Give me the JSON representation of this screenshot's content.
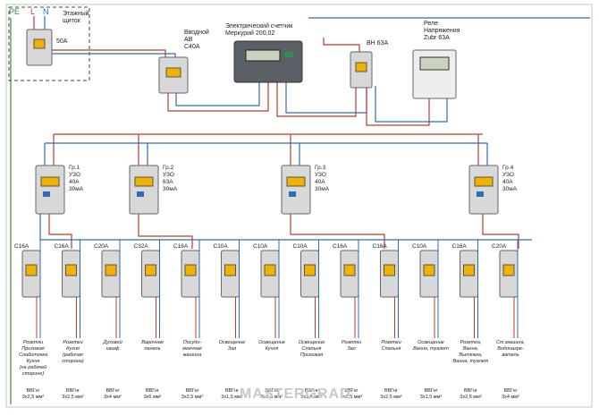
{
  "panel": {
    "pe": "PE",
    "l": "L",
    "n": "N",
    "title": "Этажный\nщиток",
    "breaker": "50A"
  },
  "input_breaker": {
    "label": "Вводной\nАВ\nС40А"
  },
  "meter": {
    "label": "Электрический счетчик\nМеркурий 200.02"
  },
  "switch": {
    "label": "ВН 63А"
  },
  "relay": {
    "label": "Реле\nНапряжения\nZubr 63A"
  },
  "rcds": [
    {
      "label": "Гр.1\nУЗО\n40А\n30мА"
    },
    {
      "label": "Гр.2\nУЗО\n63А\n30мА"
    },
    {
      "label": "Гр.3\nУЗО\n40А\n30мА"
    },
    {
      "label": "Гр.4\nУЗО\n40А\n30мА"
    }
  ],
  "breakers": [
    {
      "rating": "С16А",
      "purpose": "Розетки\nПрихожая\nСлаботочка\nКухня\n(на рабочей\nстороне)",
      "cable": "ВВГнг\n3х2,5 мм²"
    },
    {
      "rating": "С16А",
      "purpose": "Розетки\nКухня\n(рабочая\nсторона)",
      "cable": "ВВГнг\n3х2,5 мм²"
    },
    {
      "rating": "С20А",
      "purpose": "Духовой\nшкаф",
      "cable": "ВВГнг\n3х4 мм²"
    },
    {
      "rating": "С32А",
      "purpose": "Варочная\nпанель",
      "cable": "ВВГнг\n3х6 мм²"
    },
    {
      "rating": "С16А",
      "purpose": "Посудо-\nмоечная\nмашина",
      "cable": "ВВГнг\n3х2,5 мм²"
    },
    {
      "rating": "С10А",
      "purpose": "Освещение\nЗал",
      "cable": "ВВГнг\n3х1,5 мм²"
    },
    {
      "rating": "С10А",
      "purpose": "Освещение\nКухня",
      "cable": "ВВГнг\n3х1,5 мм²"
    },
    {
      "rating": "С10А",
      "purpose": "Освещение\nСпальня\nПрихожая",
      "cable": "ВВГнг\n3х1,5 мм²"
    },
    {
      "rating": "С16А",
      "purpose": "Розетки\nЗал",
      "cable": "ВВГнг\n3х2,5 мм²"
    },
    {
      "rating": "С16А",
      "purpose": "Розетки\nСпальня",
      "cable": "ВВГнг\n3х2,5 мм²"
    },
    {
      "rating": "С10А",
      "purpose": "Освещение\nВанна, туалет",
      "cable": "ВВГнг\n3х1,5 мм²"
    },
    {
      "rating": "С16А",
      "purpose": "Розетка,\nВанна,\nВытяжка,\nВанна, туалет",
      "cable": "ВВГнг\n3х2,5 мм²"
    },
    {
      "rating": "С20А",
      "purpose": "Ст.машина,\nВодонагре-\nватель",
      "cable": "ВВГнг\n3х4 мм²"
    }
  ],
  "watermark": "MASTERGRAD",
  "colors": {
    "phase": "#c0392b",
    "neutral": "#2e6db4",
    "earth": "#3b8a3b",
    "device": "#d8d8d8",
    "toggle": "#f0b400"
  }
}
